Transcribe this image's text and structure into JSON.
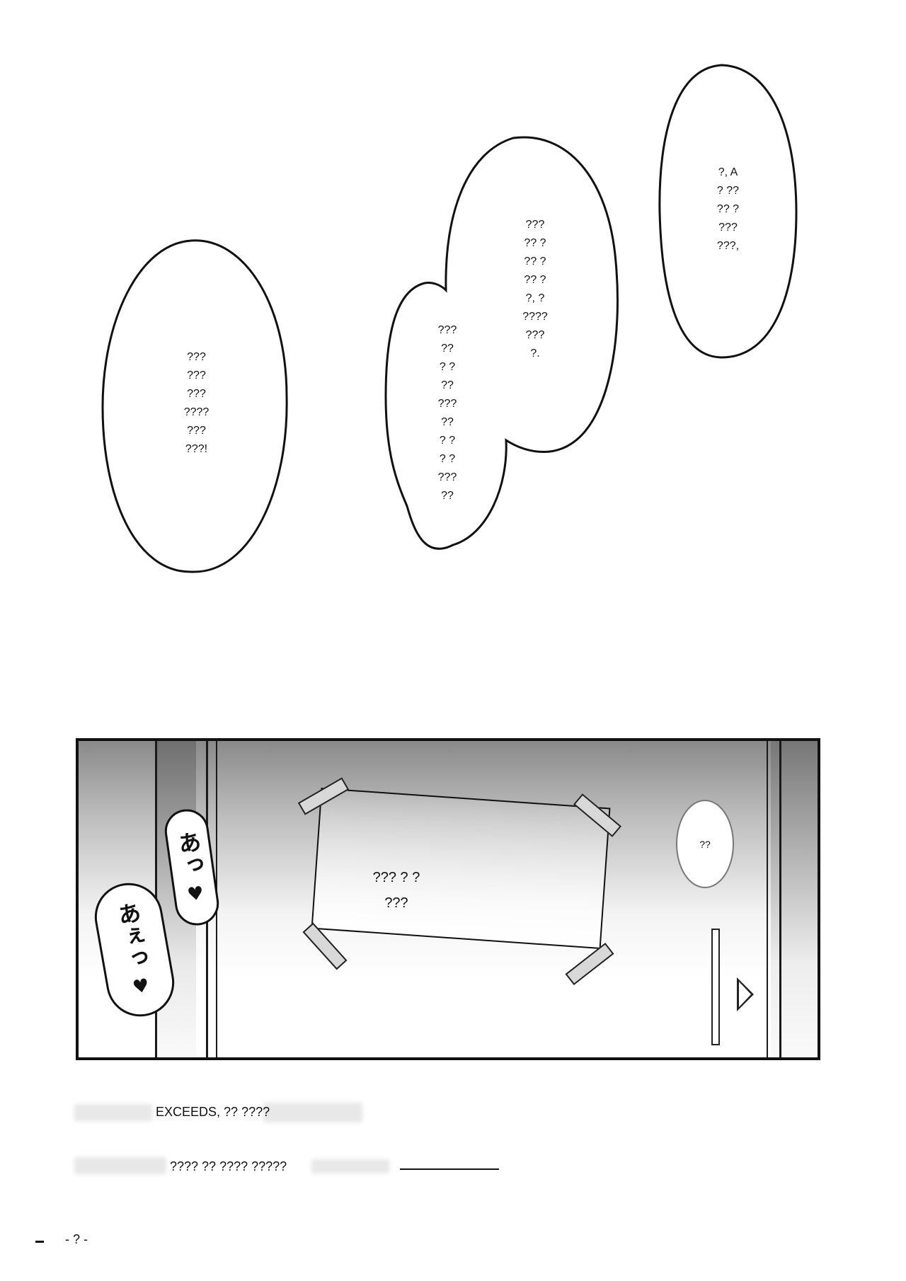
{
  "bubbles": {
    "left": {
      "text": "???\n???\n???\n????\n???\n???!"
    },
    "center_small": {
      "text": "???\n??\n? ?\n??\n???\n??\n? ?\n? ?\n???\n??"
    },
    "center_large": {
      "text": "???\n?? ?\n?? ?\n?? ?\n?, ?\n????\n???\n?."
    },
    "right": {
      "text": "?, A\n? ??\n?? ?\n???\n???,"
    }
  },
  "panel": {
    "sign_text": "??? ? ?\n???",
    "small_bubble_text": "??",
    "sfx_top": {
      "text": "あっ",
      "heart": "♥"
    },
    "sfx_bottom": {
      "text": "あぇっ",
      "heart": "♥"
    }
  },
  "captions": {
    "line1": "EXCEEDS, ?? ????",
    "line2": "???? ?? ???? ?????"
  },
  "footer": {
    "page_number": "- ? -"
  },
  "colors": {
    "ink": "#111111",
    "paper": "#ffffff"
  }
}
